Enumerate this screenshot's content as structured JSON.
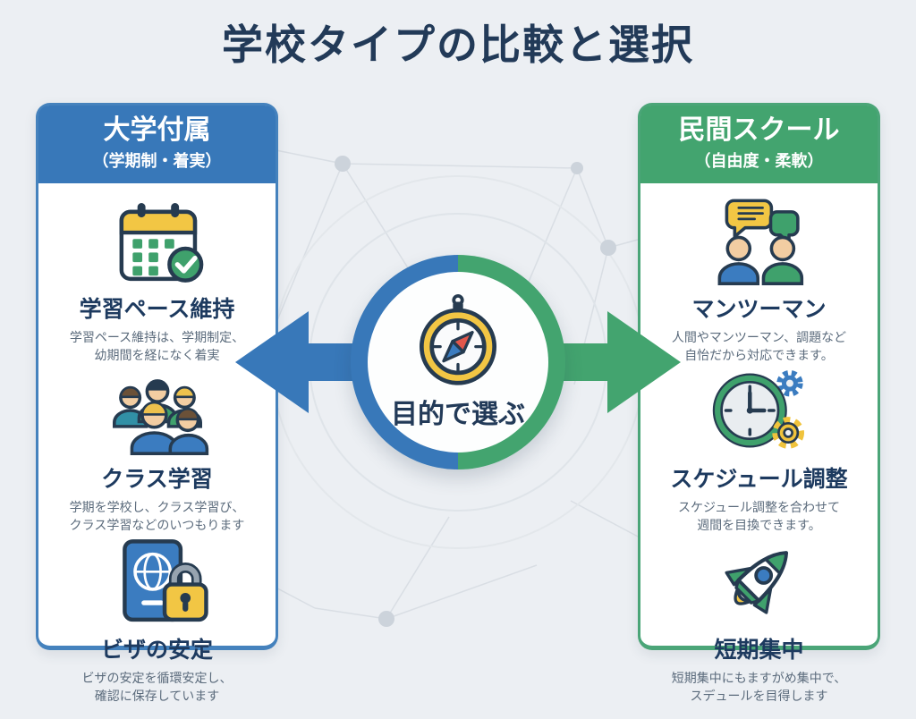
{
  "title": "学校タイプの比較と選択",
  "center": {
    "label": "目的で選ぶ",
    "icon": "compass-icon"
  },
  "colors": {
    "background": "#eceff3",
    "accent_blue": "#3878b9",
    "accent_green": "#43a46f",
    "title_navy": "#223a58",
    "icon_outline": "#263b50",
    "icon_yellow": "#f2c644",
    "desc_gray": "#5b6b7c"
  },
  "left_panel": {
    "title": "大学付属",
    "subtitle": "（学期制・着実）",
    "items": [
      {
        "icon": "calendar-check-icon",
        "heading": "学習ペース維持",
        "desc": "学習ペース維持は、学期制定、\n幼期間を経になく着実"
      },
      {
        "icon": "class-group-icon",
        "heading": "クラス学習",
        "desc": "学期を学校し、クラス学習び、\nクラス学習などのいつもります"
      },
      {
        "icon": "passport-lock-icon",
        "heading": "ビザの安定",
        "desc": "ビザの安定を循環安定し、\n確認に保存しています"
      }
    ]
  },
  "right_panel": {
    "title": "民間スクール",
    "subtitle": "（自由度・柔軟）",
    "items": [
      {
        "icon": "one-on-one-chat-icon",
        "heading": "マンツーマン",
        "desc": "人間やマンツーマン、調題など\n自怡だから対応できます。"
      },
      {
        "icon": "clock-gears-icon",
        "heading": "スケジュール調整",
        "desc": "スケジュール調整を合わせて\n週間を目換できます。"
      },
      {
        "icon": "rocket-icon",
        "heading": "短期集中",
        "desc": "短期集中にもますがめ集中で、\nスデュールを目得します"
      }
    ]
  }
}
